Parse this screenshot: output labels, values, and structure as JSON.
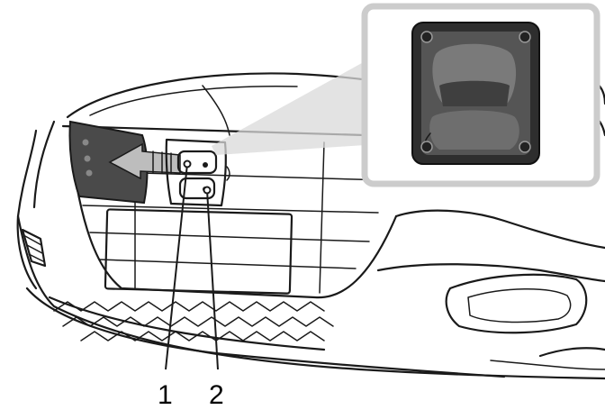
{
  "callouts": [
    {
      "id": "1",
      "label": "1"
    },
    {
      "id": "2",
      "label": "2"
    }
  ],
  "colors": {
    "line": "#1a1a1a",
    "inset_frame": "#cccccc",
    "cover_dark": "#4a4a4a",
    "arrow_fill": "#bdbdbd"
  },
  "icons": {
    "cover": "charge-port-cover",
    "arrow": "open-direction-arrow"
  }
}
